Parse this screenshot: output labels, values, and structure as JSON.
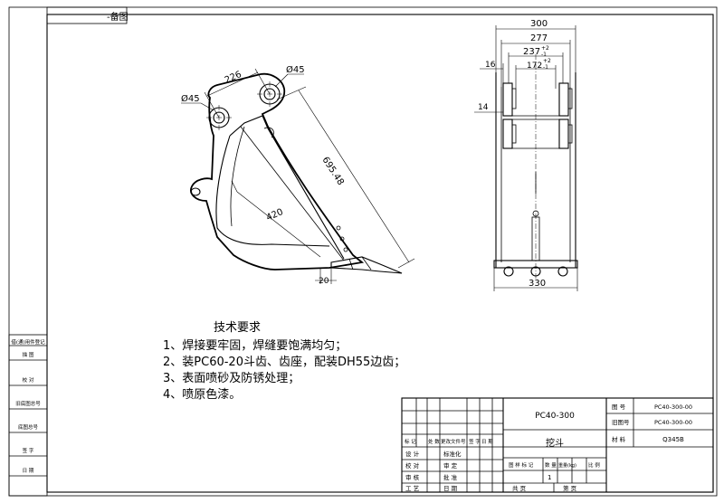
{
  "corner_tag": "-备图",
  "views": {
    "side": {
      "dims": {
        "pin_spacing": "226",
        "pin_right": "Ø45",
        "pin_left": "Ø45",
        "depth": "695.48",
        "width": "420",
        "tooth": "20"
      }
    },
    "front": {
      "dims": {
        "w300": "300",
        "w277": "277",
        "w237": "237",
        "w237_sup": "+2",
        "w237_sub": "-1",
        "w172": "172",
        "w172_sup": "+2",
        "w172_sub": "-1",
        "d16": "16",
        "d14": "14",
        "w330": "330"
      }
    }
  },
  "tech_notes": {
    "title": "技术要求",
    "items": [
      "1、焊接要牢固，焊缝要饱满均匀；",
      "2、装PC60-20斗齿、齿座，配装DH55边齿；",
      "3、表面喷砂及防锈处理；",
      "4、喷原色漆。"
    ]
  },
  "side_panel": {
    "labels": [
      "借(通)用件登记",
      "描  图",
      "校  对",
      "旧底图总号",
      "底图总号",
      "签  字",
      "日  期"
    ]
  },
  "title_block": {
    "model": "PC40-300",
    "part_name": "挖斗",
    "drawing_no_label": "图  号",
    "drawing_no": "PC40-300-00",
    "replace_label": "旧图号",
    "replace_no": "PC40-300-00",
    "material_label": "材  料",
    "material": "Q345B",
    "rev_headers": [
      "标 记",
      "处 数",
      "更改文件号",
      "签 字",
      "日 期"
    ],
    "rows": [
      {
        "a": "设  计",
        "b": "标准化"
      },
      {
        "a": "校  对",
        "b": "审  定"
      },
      {
        "a": "审  核",
        "b": "批  准"
      },
      {
        "a": "工  艺",
        "b": "日  期"
      }
    ],
    "stage_headers": [
      "图 样 标 记",
      "数 量",
      "重量(kg)",
      "比 例"
    ],
    "quantity": "1",
    "sheet_total": "共      页",
    "sheet_no": "第      页"
  }
}
